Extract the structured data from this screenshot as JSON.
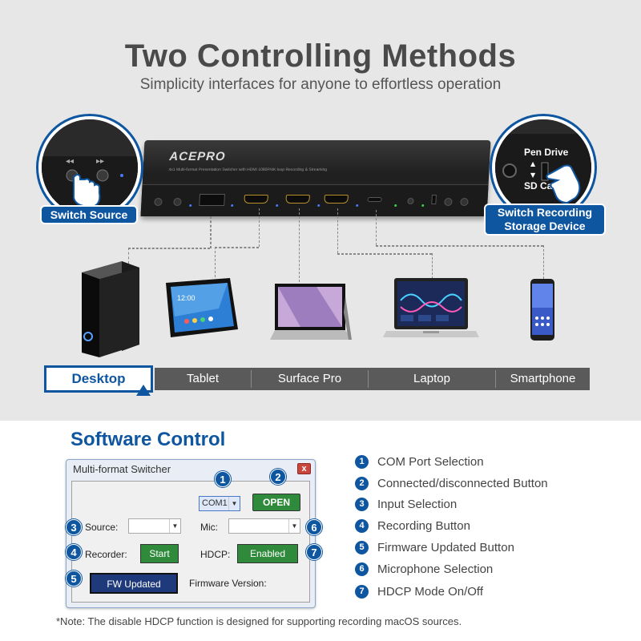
{
  "header": {
    "title": "Two Controlling Methods",
    "subtitle": "Simplicity interfaces for anyone to effortless operation"
  },
  "device": {
    "brand": "ACEPRO",
    "brand_sub": "4x1 Multi-format Presentation Switcher with HDMI 1080P/4K loop Recording & Streaming"
  },
  "callouts": {
    "switch_source": "Switch Source",
    "recording_storage": "Switch Recording Storage Device",
    "pen_drive": "Pen Drive",
    "sd_card": "SD Card"
  },
  "source_tabs": {
    "active": "Desktop",
    "items": [
      "Tablet",
      "Surface Pro",
      "Laptop",
      "Smartphone"
    ]
  },
  "tablet_screen": {
    "time": "12:00"
  },
  "software": {
    "title": "Software Control",
    "window": {
      "title": "Multi-format Switcher",
      "close": "x",
      "com_port": "COM1",
      "open_button": "OPEN",
      "source_label": "Source:",
      "mic_label": "Mic:",
      "recorder_label": "Recorder:",
      "start_button": "Start",
      "hdcp_label": "HDCP:",
      "hdcp_button": "Enabled",
      "fw_button": "FW Updated",
      "fw_version_label": "Firmware Version:"
    },
    "badges": [
      "1",
      "2",
      "3",
      "4",
      "5",
      "6",
      "7"
    ],
    "features": [
      {
        "num": "1",
        "text": "COM Port Selection"
      },
      {
        "num": "2",
        "text": "Connected/disconnected Button"
      },
      {
        "num": "3",
        "text": "Input Selection"
      },
      {
        "num": "4",
        "text": "Recording Button"
      },
      {
        "num": "5",
        "text": "Firmware Updated Button"
      },
      {
        "num": "6",
        "text": "Microphone Selection"
      },
      {
        "num": "7",
        "text": "HDCP Mode On/Off"
      }
    ]
  },
  "note": "*Note: The disable HDCP function is designed for supporting recording macOS sources.",
  "colors": {
    "accent": "#0f56a0",
    "button_green": "#2f8a3c",
    "button_navy": "#1f3a7a",
    "background_grey": "#e7e7e7"
  }
}
